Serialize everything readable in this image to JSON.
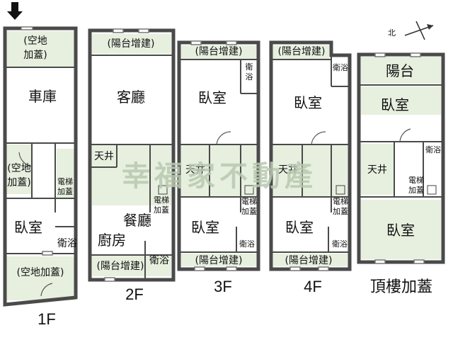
{
  "floors": [
    {
      "name": "1F",
      "rooms": [
        "(空地",
        "加蓋)",
        "車庫",
        "(空地",
        "加蓋)",
        "電梯",
        "加蓋",
        "臥室",
        "衛浴",
        "(空地加蓋)"
      ]
    },
    {
      "name": "2F",
      "rooms": [
        "(陽台增建)",
        "客廳",
        "天井",
        "餐廳",
        "廚房",
        "電梯",
        "加蓋",
        "衛浴",
        "(陽台增建)"
      ]
    },
    {
      "name": "3F",
      "rooms": [
        "(陽台增建)",
        "衛",
        "浴",
        "臥室",
        "天井",
        "電梯",
        "加蓋",
        "臥室",
        "衛浴",
        "(陽台增建)"
      ]
    },
    {
      "name": "4F",
      "rooms": [
        "(陽台增建)",
        "衛浴",
        "臥室",
        "天井",
        "電梯",
        "加蓋",
        "臥室",
        "衛浴",
        "(陽台增建)"
      ]
    },
    {
      "name": "頂樓加蓋",
      "rooms": [
        "陽台",
        "臥室",
        "天井",
        "衛浴",
        "電梯",
        "加蓋",
        "臥室"
      ]
    }
  ],
  "watermark": "幸福家不動產",
  "compass": "北",
  "icons": {
    "entrance": "down-arrow-icon",
    "north": "north-arrow-icon"
  }
}
